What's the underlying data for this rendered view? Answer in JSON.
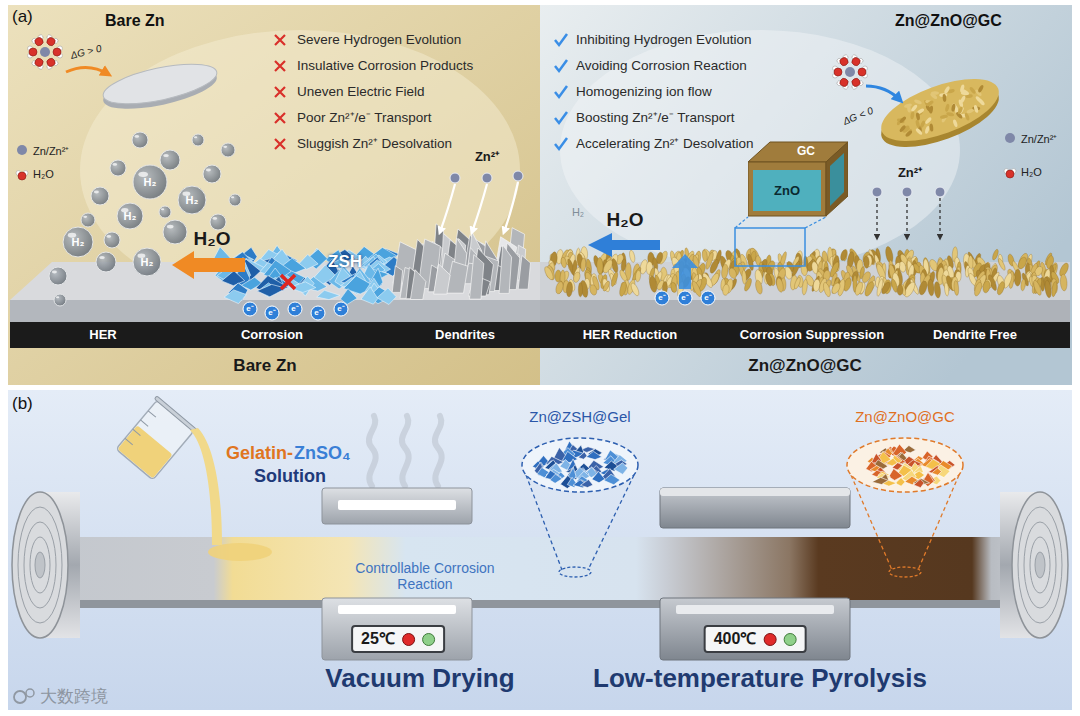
{
  "diagram": {
    "nodes": [
      {
        "text": [
          "(a)"
        ]
      },
      {
        "text": [
          "GC",
          "ZnO"
        ],
        "in": 0
      },
      {
        "text": [
          "HER",
          "Corrosion",
          "Dendrites",
          "HER Reduction",
          "Corrosion Suppression",
          "Dendrite Free"
        ],
        "in": 0
      },
      {
        "text": [
          "(b)"
        ]
      },
      {
        "text": [
          "25℃"
        ],
        "in": 3
      },
      {
        "text": [
          "Zn@ZSH@Gel"
        ],
        "in": 3
      },
      {
        "text": [
          "400℃"
        ],
        "in": 3
      },
      {
        "text": [
          "Zn@ZnO@GC"
        ],
        "in": 3
      }
    ],
    "labels": [
      "Bare Zn",
      "ΔG > 0",
      "Severe Hydrogen Evolution",
      "Insulative Corrosion Products",
      "Uneven Electric Field",
      "Poor Zn²⁺/e⁻ Transport",
      "Sluggish Zn²⁺ Desolvation",
      "H₂",
      "H₂",
      "H₂",
      "H₂",
      "H₂",
      "H₂O",
      "ZSH",
      "Zn²⁺",
      "Inhibiting Hydrogen Evolution",
      "Avoiding Corrosion Reaction",
      "Homogenizing ion flow",
      "Boosting Zn²⁺/e⁻ Transport",
      "Accelerating Zn²⁺ Desolvation",
      "Zn@ZnO@GC",
      "ΔG < 0",
      "Zn²⁺",
      "H₂",
      "H₂O",
      "Bare Zn",
      "Zn@ZnO@GC",
      "Gelatin-",
      "ZnSO₄",
      "Solution",
      "Controllable Corrosion Reaction",
      "Vacuum Drying",
      "Low-temperature Pyrolysis",
      "大数跨境",
      "e⁻",
      "e⁻",
      "e⁻",
      "e⁻",
      "e⁻",
      "e⁻",
      "e⁻",
      "e⁻"
    ],
    "legend": [
      {
        "text": "Zn/Zn²⁺"
      },
      {
        "text": "H₂O"
      },
      {
        "text": "Zn/Zn²⁺"
      },
      {
        "text": "H₂O"
      }
    ]
  }
}
